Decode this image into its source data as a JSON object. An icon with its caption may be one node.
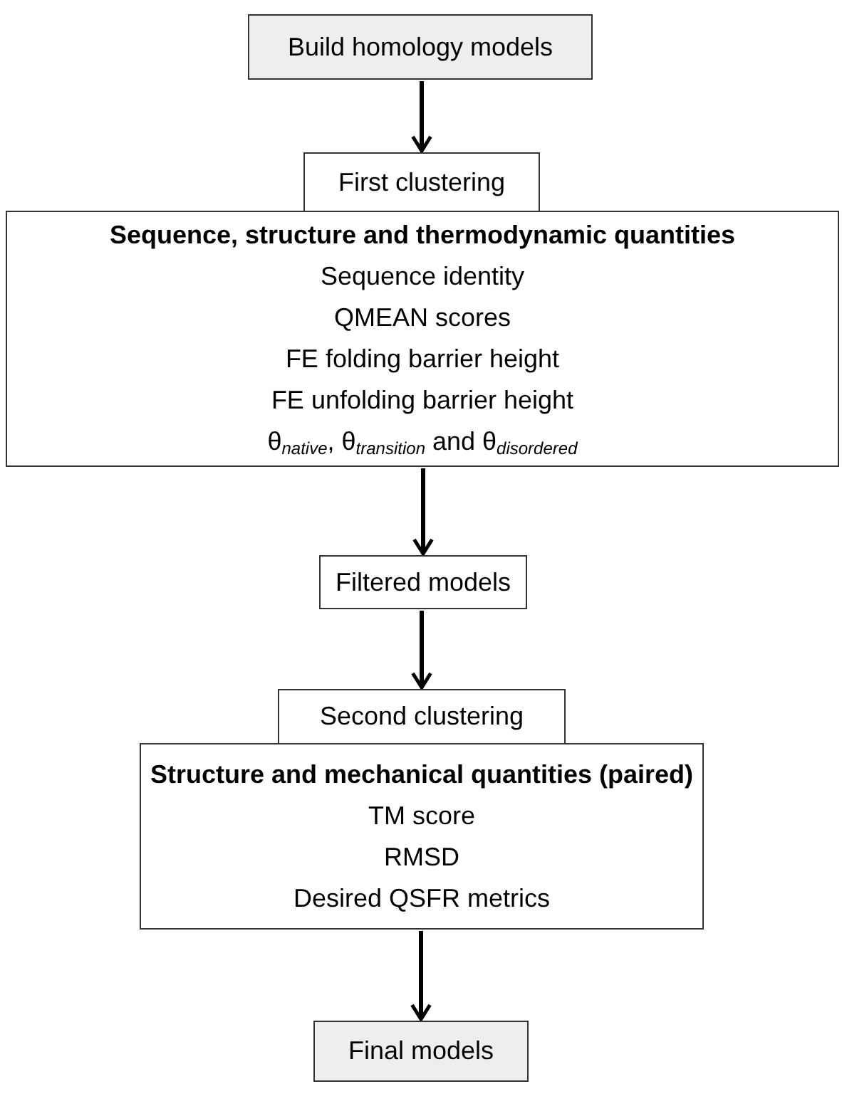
{
  "diagram": {
    "nodes": [
      {
        "text": [
          "Build homology models"
        ]
      },
      {
        "text": [
          "First clustering"
        ]
      },
      {
        "text": [
          "Sequence, structure and thermodynamic quantities",
          "Sequence identity",
          "QMEAN scores",
          "FE folding barrier height",
          "FE unfolding barrier height",
          "θ$_{native}$, θ$_{transition}$ and θ$_{disordered}$"
        ]
      },
      {
        "text": [
          "Filtered models"
        ]
      },
      {
        "text": [
          "Second clustering"
        ]
      },
      {
        "text": [
          "Structure and mechanical quantities (paired)",
          "TM score",
          "RMSD",
          "Desired QSFR metrics"
        ]
      },
      {
        "text": [
          "Final models"
        ]
      }
    ],
    "edges": [
      {
        "from": 0,
        "to": 1,
        "arrow": "to"
      },
      {
        "from": 2,
        "to": 3,
        "arrow": "to"
      },
      {
        "from": 3,
        "to": 4,
        "arrow": "to"
      },
      {
        "from": 5,
        "to": 6,
        "arrow": "to"
      }
    ]
  }
}
